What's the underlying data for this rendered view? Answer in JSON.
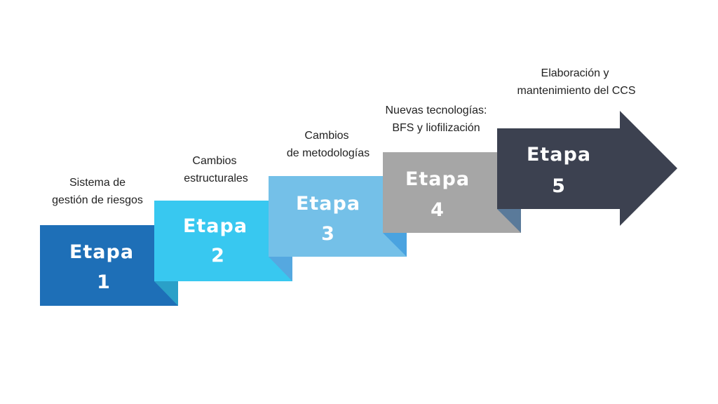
{
  "stages": [
    {
      "title": "Etapa",
      "number": "1",
      "caption": [
        "Sistema de",
        "gestión de riesgos"
      ],
      "color": "#1e6fb7",
      "fold": "#2aa0c8"
    },
    {
      "title": "Etapa",
      "number": "2",
      "caption": [
        "Cambios",
        "estructurales"
      ],
      "color": "#38c8f0",
      "fold": "#55a8e0"
    },
    {
      "title": "Etapa",
      "number": "3",
      "caption": [
        "Cambios",
        "de metodologías"
      ],
      "color": "#74c0e8",
      "fold": "#4aa3e0"
    },
    {
      "title": "Etapa",
      "number": "4",
      "caption": [
        "Nuevas tecnologías:",
        "BFS y liofilización"
      ],
      "color": "#a6a6a6",
      "fold": "#5a7a9a"
    },
    {
      "title": "Etapa",
      "number": "5",
      "caption": [
        "Elaboración y",
        "mantenimiento del CCS"
      ],
      "color": "#3c4150"
    }
  ]
}
